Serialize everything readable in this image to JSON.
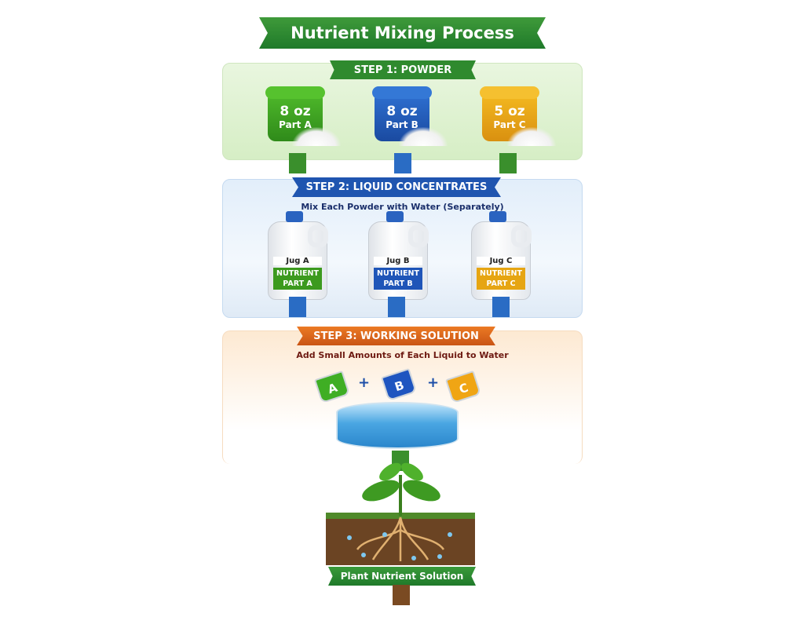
{
  "title": "Nutrient Mixing Process",
  "step1": {
    "label": "STEP 1:  POWDER",
    "items": [
      {
        "amount": "8 oz",
        "part": "Part A",
        "color": "#3c9a1e"
      },
      {
        "amount": "8 oz",
        "part": "Part B",
        "color": "#1f55b8"
      },
      {
        "amount": "5 oz",
        "part": "Part C",
        "color": "#e6a512"
      }
    ]
  },
  "step2": {
    "label": "STEP 2:  LIQUID CONCENTRATES",
    "subtitle": "Mix Each Powder with Water (Separately)",
    "items": [
      {
        "name": "Jug A",
        "line1": "NUTRIENT",
        "line2": "PART A",
        "color": "#3c9a1e"
      },
      {
        "name": "Jug B",
        "line1": "NUTRIENT",
        "line2": "PART B",
        "color": "#1f55b8"
      },
      {
        "name": "Jug C",
        "line1": "NUTRIENT",
        "line2": "PART C",
        "color": "#e6a512"
      }
    ]
  },
  "step3": {
    "label": "STEP 3:  WORKING SOLUTION",
    "subtitle": "Add Small Amounts of Each Liquid to Water",
    "cups": [
      "A",
      "B",
      "C"
    ],
    "plus": "+"
  },
  "footer": {
    "label": "Plant Nutrient Solution"
  }
}
